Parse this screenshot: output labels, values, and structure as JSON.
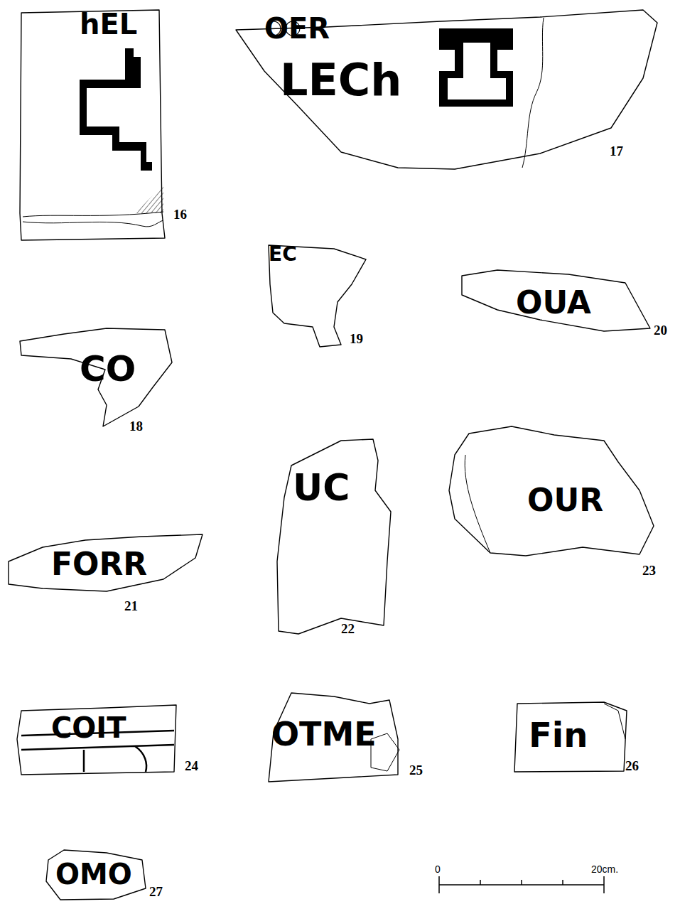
{
  "diagram": {
    "nodes": [
      {
        "text": [
          "hEL"
        ]
      },
      {
        "text": [
          "OER",
          "LECh"
        ]
      },
      {
        "text": [
          "CO"
        ]
      },
      {
        "text": [
          "EC"
        ]
      },
      {
        "text": [
          "OUA"
        ]
      },
      {
        "text": [
          "FORR"
        ]
      },
      {
        "text": [
          "UC"
        ]
      },
      {
        "text": [
          "OUR"
        ]
      },
      {
        "text": [
          "COIT"
        ]
      },
      {
        "text": [
          "OTME"
        ]
      },
      {
        "text": [
          "Fin"
        ]
      },
      {
        "text": [
          "OMO"
        ]
      }
    ],
    "labels": [
      "16",
      "17",
      "18",
      "19",
      "20",
      "21",
      "22",
      "23",
      "24",
      "25",
      "26",
      "27",
      "0",
      "20cm."
    ]
  }
}
